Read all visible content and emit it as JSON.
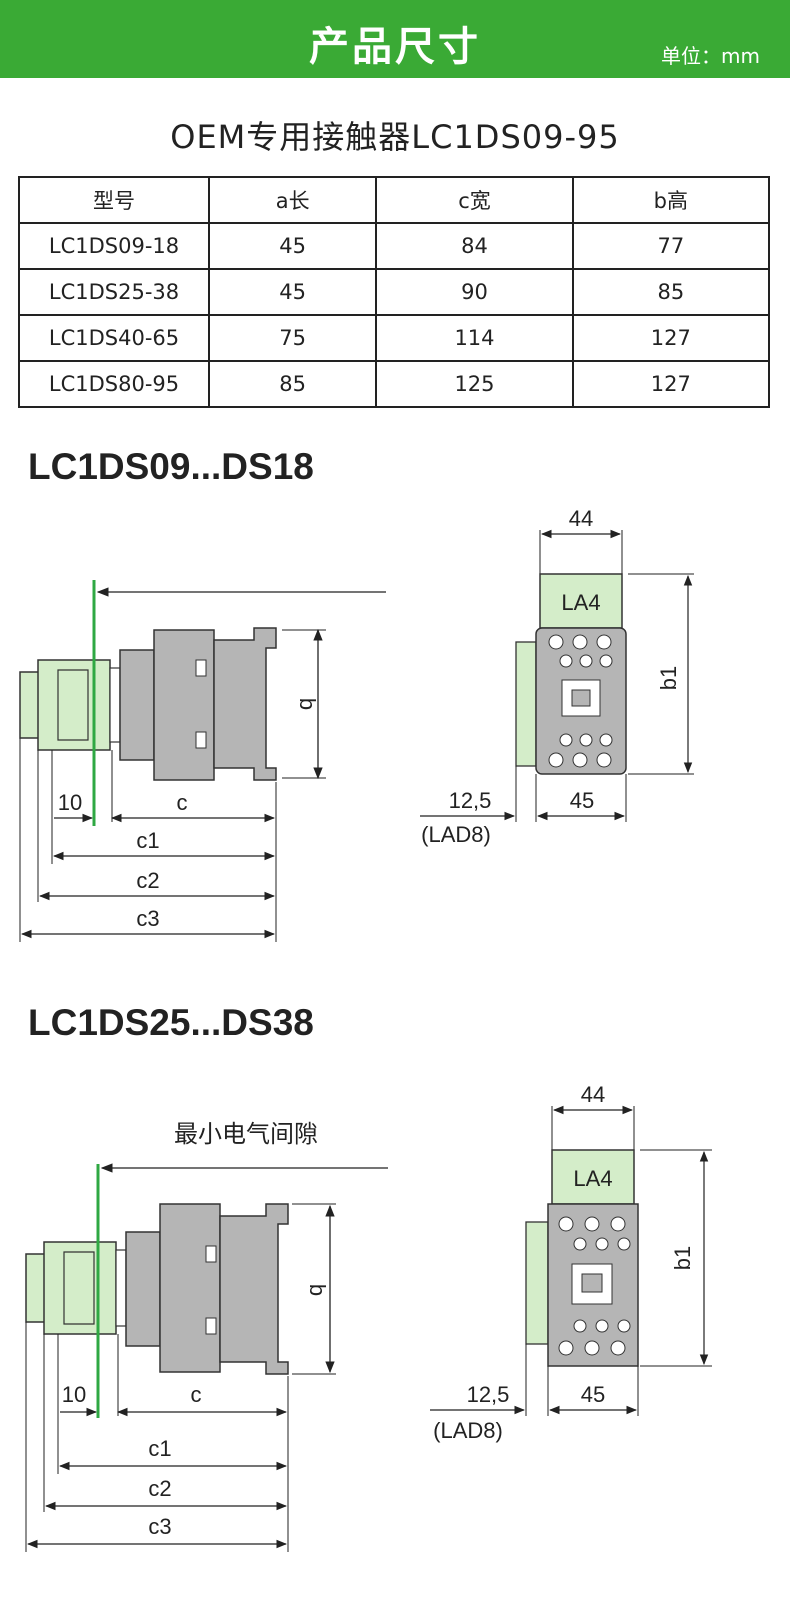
{
  "header": {
    "title": "产品尺寸",
    "unit": "单位：mm"
  },
  "product_title": "OEM专用接触器LC1DS09-95",
  "table": {
    "columns": [
      "型号",
      "a长",
      "c宽",
      "b高"
    ],
    "rows": [
      [
        "LC1DS09-18",
        "45",
        "84",
        "77"
      ],
      [
        "LC1DS25-38",
        "45",
        "90",
        "85"
      ],
      [
        "LC1DS40-65",
        "75",
        "114",
        "127"
      ],
      [
        "LC1DS80-95",
        "85",
        "125",
        "127"
      ]
    ]
  },
  "diagrams": [
    {
      "title": "LC1DS09...DS18",
      "labels": {
        "b": "b",
        "ten": "10",
        "c": "c",
        "c1": "c1",
        "c2": "c2",
        "c3": "c3",
        "w44": "44",
        "la4": "LA4",
        "b1": "b1",
        "d125": "12,5",
        "lad8": "(LAD8)",
        "w45": "45"
      }
    },
    {
      "title": "LC1DS25...DS38",
      "clearance": "最小电气间隙",
      "labels": {
        "b": "b",
        "ten": "10",
        "c": "c",
        "c1": "c1",
        "c2": "c2",
        "c3": "c3",
        "w44": "44",
        "la4": "LA4",
        "b1": "b1",
        "d125": "12,5",
        "lad8": "(LAD8)",
        "w45": "45"
      }
    }
  ],
  "colors": {
    "banner": "#3aaa35",
    "accessory_green": "#d4edc9",
    "body_grey": "#b5b5b5",
    "clearance_line": "#2fa843"
  }
}
